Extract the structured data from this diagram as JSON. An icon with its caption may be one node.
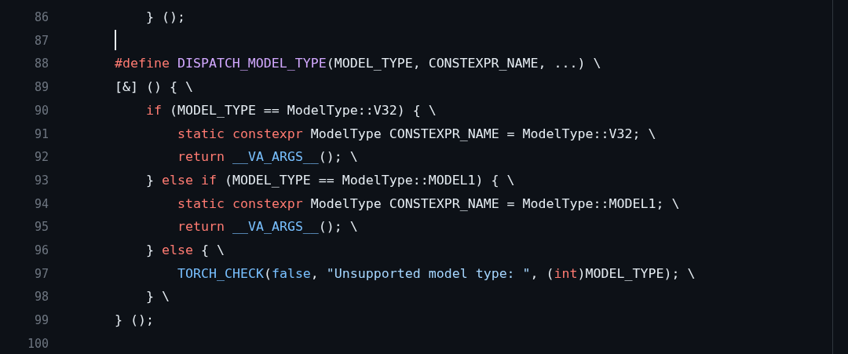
{
  "diagram": {
    "labels": [
      "86",
      "} ();",
      "87",
      "88",
      "#define DISPATCH_MODEL_TYPE(MODEL_TYPE, CONSTEXPR_NAME, ...) \\",
      "89",
      "[&] () { \\",
      "90",
      "if (MODEL_TYPE == ModelType::V32) { \\",
      "91",
      "static constexpr ModelType CONSTEXPR_NAME = ModelType::V32; \\",
      "92",
      "return __VA_ARGS__(); \\",
      "93",
      "} else if (MODEL_TYPE == ModelType::MODEL1) { \\",
      "94",
      "static constexpr ModelType CONSTEXPR_NAME = ModelType::MODEL1; \\",
      "95",
      "return __VA_ARGS__(); \\",
      "96",
      "} else { \\",
      "97",
      "TORCH_CHECK(false, \"Unsupported model type: \", (int)MODEL_TYPE); \\",
      "98",
      "} \\",
      "99",
      "} ();",
      "100"
    ]
  }
}
